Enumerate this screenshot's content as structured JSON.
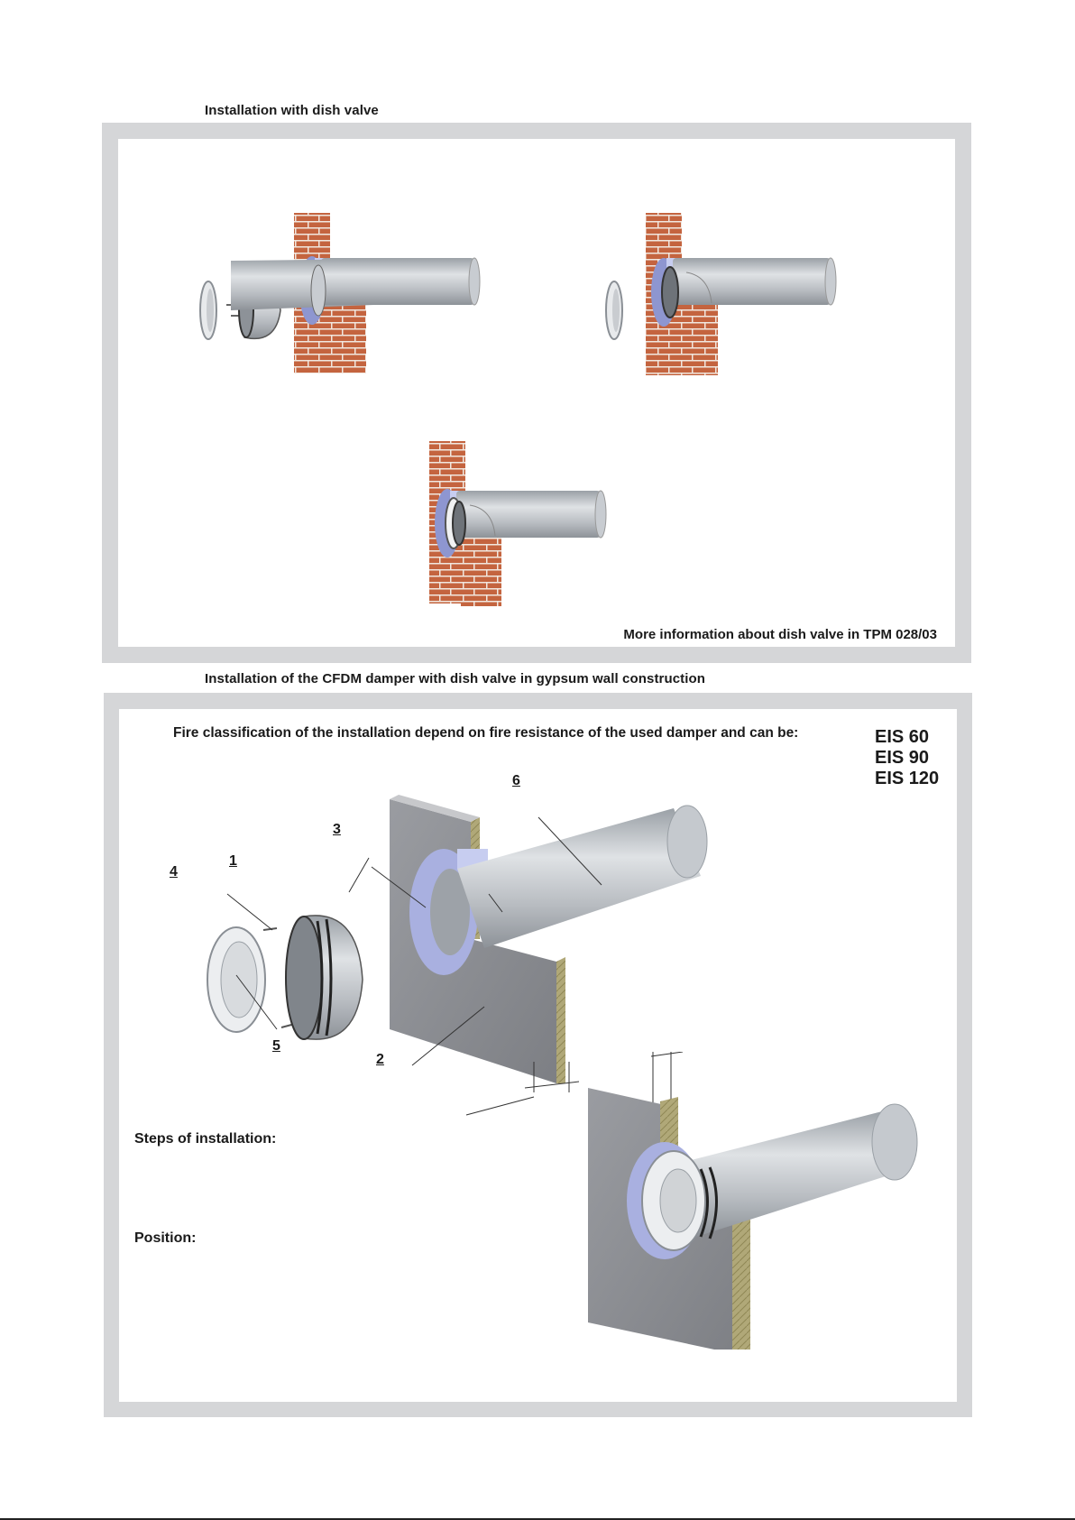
{
  "section1": {
    "heading": "Installation with dish valve",
    "note": "More information about dish valve in TPM 028/03"
  },
  "section2": {
    "heading": "Installation of the CFDM damper with dish valve in gypsum wall construction",
    "fire_classification": "Fire classification of the installation depend on fire resistance of the used damper and can be:",
    "eis": [
      "EIS 60",
      "EIS 90",
      "EIS 120"
    ],
    "callouts": [
      "1",
      "2",
      "3",
      "4",
      "5",
      "6"
    ],
    "steps_label": "Steps of installation:",
    "position_label": "Position:"
  },
  "colors": {
    "frame": "#d5d6d8",
    "brick": "#c0623f",
    "duct": "#b4b8bd",
    "seal": "#a9b0e0",
    "gypsum": "#8f9196",
    "insulation": "#a8a070"
  }
}
